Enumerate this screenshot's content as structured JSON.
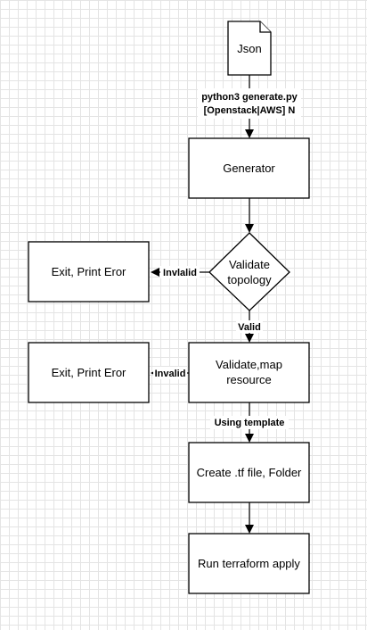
{
  "nodes": {
    "json_doc": {
      "label": "Json"
    },
    "generator": {
      "label": "Generator"
    },
    "validate_topology": {
      "label_line1": "Validate",
      "label_line2": "topology"
    },
    "exit_error_1": {
      "label": "Exit, Print Eror"
    },
    "validate_map": {
      "label_line1": "Validate,map",
      "label_line2": "resource"
    },
    "exit_error_2": {
      "label": "Exit, Print Eror"
    },
    "create_tf": {
      "label": "Create .tf file, Folder"
    },
    "run_terraform": {
      "label": "Run terraform apply"
    }
  },
  "edges": {
    "json_to_generator": {
      "label_line1": "python3 generate.py",
      "label_line2": "[Openstack|AWS] N"
    },
    "topology_invalid": {
      "label": "Invlalid"
    },
    "topology_valid": {
      "label": "Valid"
    },
    "map_invalid": {
      "label": "Invalid"
    },
    "map_to_create": {
      "label": "Using template"
    }
  },
  "colors": {
    "stroke": "#000000",
    "fill": "#ffffff",
    "grid": "#e4e4e4"
  }
}
